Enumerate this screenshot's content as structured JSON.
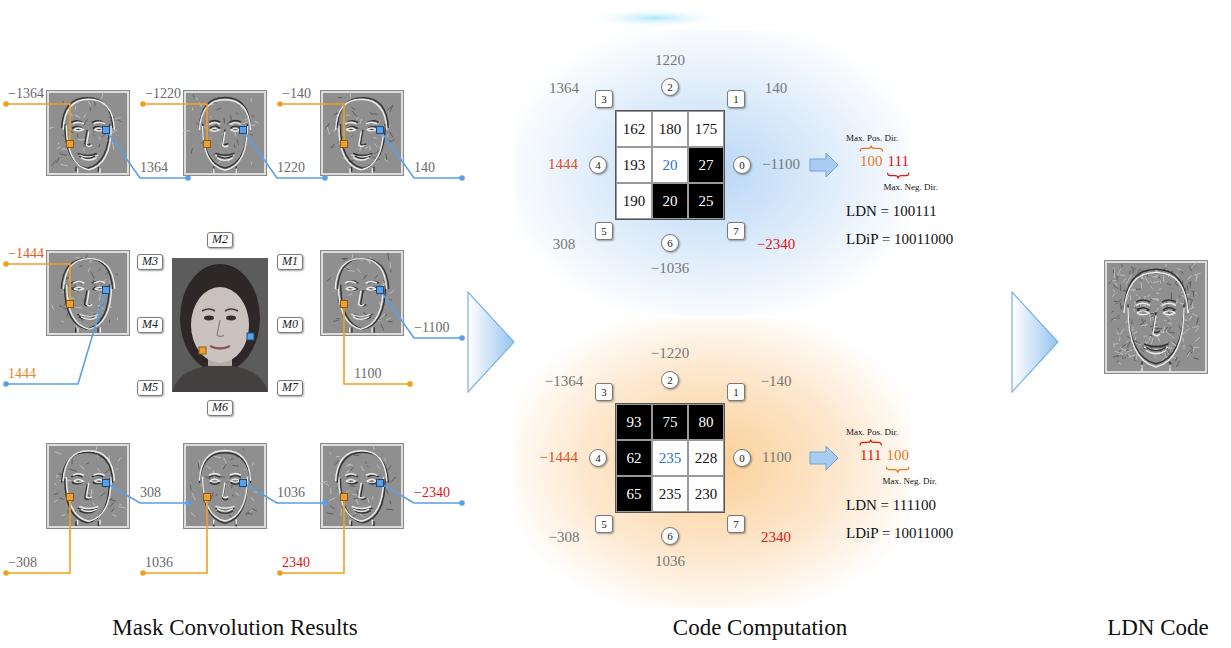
{
  "diagram": {
    "nodes": [
      {
        "text": [
          "162",
          "180",
          "175",
          "193",
          "20",
          "27",
          "190",
          "20",
          "25"
        ]
      },
      {
        "text": [
          "93",
          "75",
          "80",
          "62",
          "235",
          "228",
          "65",
          "235",
          "230"
        ]
      }
    ],
    "labels": [
      "−1364",
      "1364",
      "−1220",
      "1220",
      "−140",
      "140",
      "−1444",
      "1444",
      "−1100",
      "1100",
      "308",
      "−308",
      "1036",
      "1036",
      "−2340",
      "2340",
      "M3",
      "M2",
      "M1",
      "M4",
      "M0",
      "M5",
      "M6",
      "M7",
      "1364",
      "1220",
      "140",
      "1444",
      "−1100",
      "308",
      "−1036",
      "−2340",
      "3",
      "2",
      "1",
      "4",
      "0",
      "5",
      "6",
      "7",
      "Max. Pos. Dir.",
      "100",
      "111",
      "Max. Neg. Dir.",
      "LDN = 100111",
      "LDiP = 10011000",
      "−1364",
      "−1220",
      "−140",
      "−1444",
      "1100",
      "−308",
      "1036",
      "2340",
      "3",
      "2",
      "1",
      "4",
      "0",
      "5",
      "6",
      "7",
      "Max. Pos. Dir.",
      "111",
      "100",
      "Max. Neg. Dir.",
      "LDN = 111100",
      "LDiP = 10011000",
      "Mask Convolution Results",
      "Code Computation",
      "LDN Code"
    ]
  }
}
